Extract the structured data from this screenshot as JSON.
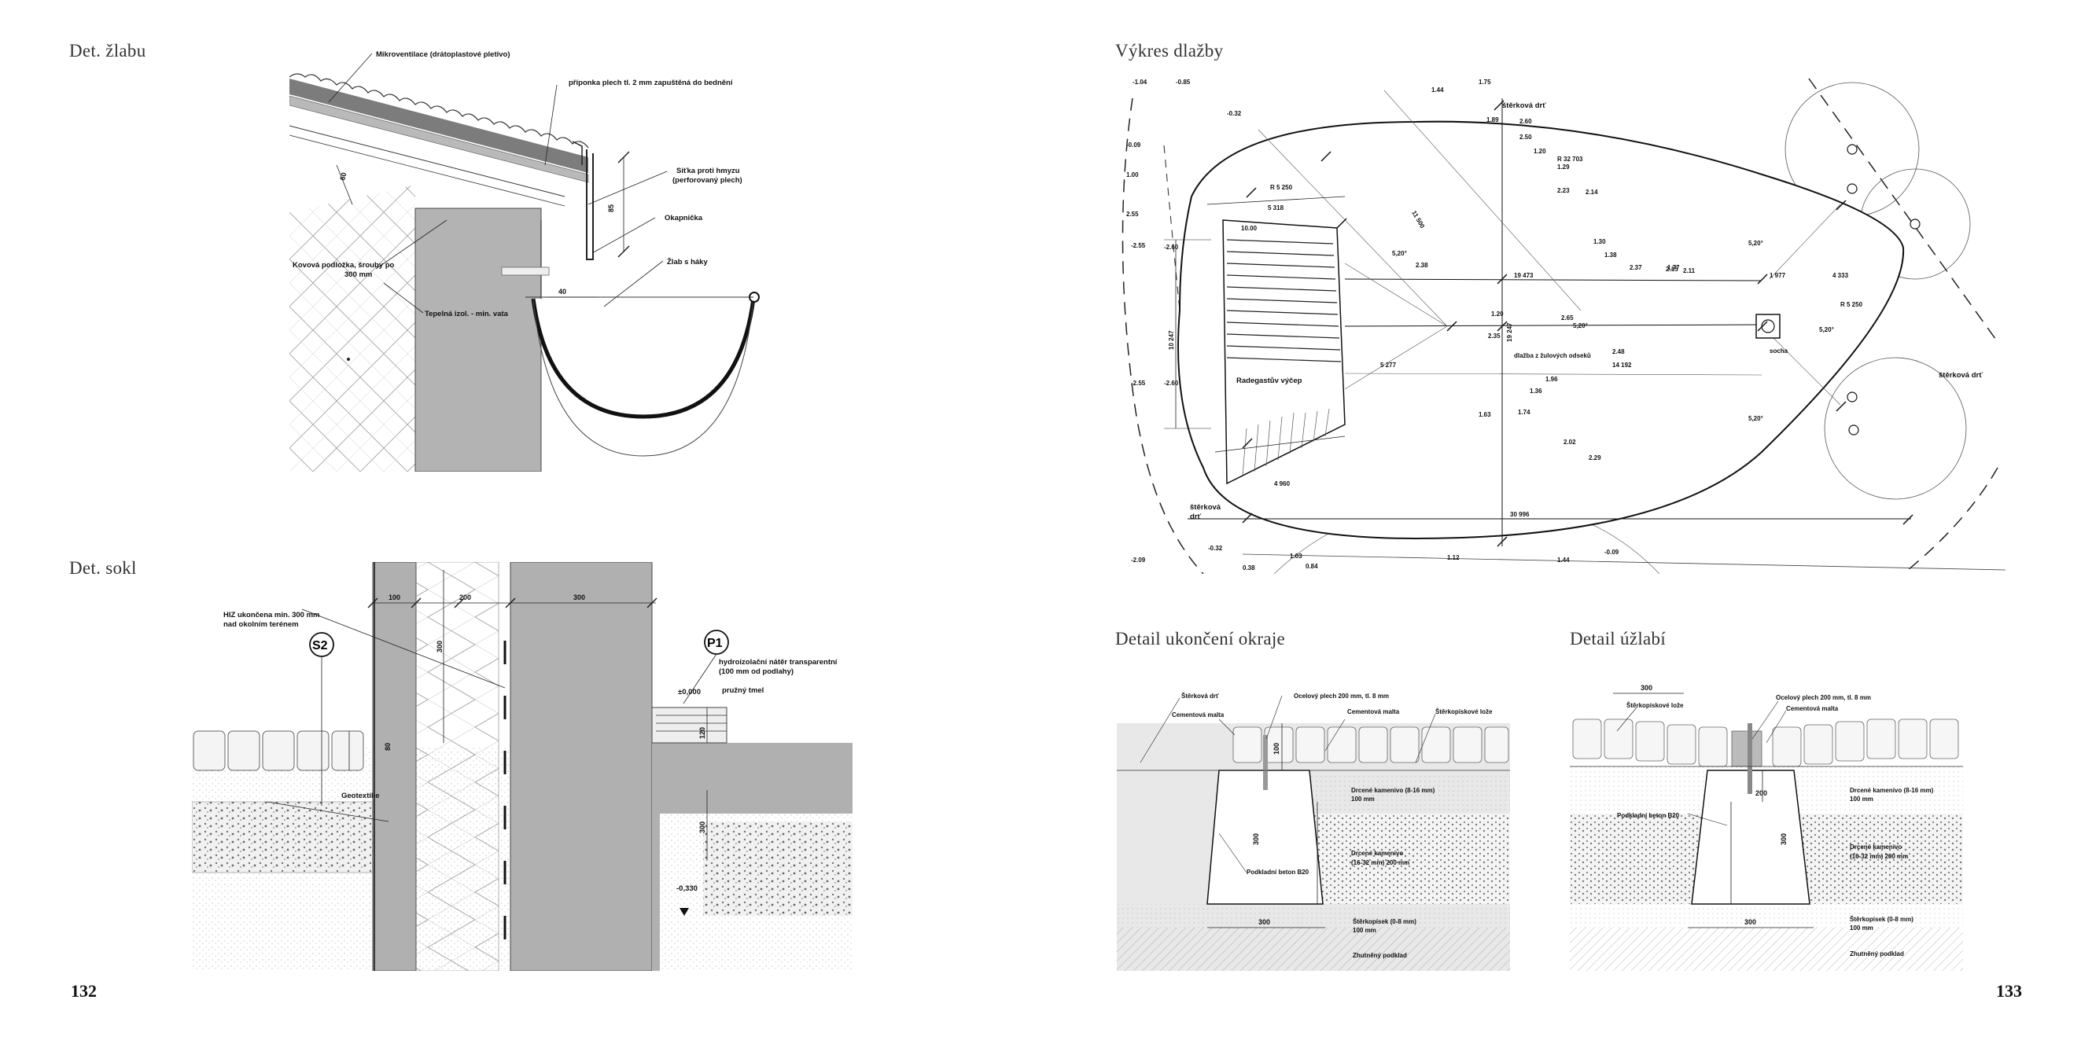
{
  "left_page": {
    "number": "132",
    "det_zlabu": {
      "title": "Det. žlabu",
      "labels": {
        "mikroventilace": "Mikroventilace (drátoplastové pletivo)",
        "priponka": "příponka plech tl. 2 mm zapuštěná do bednění",
        "sitka_1": "Síťka proti hmyzu",
        "sitka_2": "(perforovaný plech)",
        "okapnicka": "Okapnička",
        "kovova_1": "Kovová podložka, šrouby po",
        "kovova_2": "300 mm",
        "zlab": "Žlab s háky",
        "tepelna": "Tepelná izol. - min. vata",
        "dim_40": "40",
        "dim_85": "85",
        "dim_60": "60"
      }
    },
    "det_sokl": {
      "title": "Det. sokl",
      "labels": {
        "hiz_1": "HIZ ukončena min. 300 mm",
        "hiz_2": "nad okolním terénem",
        "s2": "S2",
        "p1": "P1",
        "hydro_1": "hydroizolační nátěr transparentní",
        "hydro_2": "(100 mm od podlahy)",
        "zero": "±0,000",
        "pruzny": "pružný tmel",
        "geotextilie": "Geotextilie",
        "level": "-0,330",
        "dim_100": "100",
        "dim_200": "200",
        "dim_300a": "300",
        "dim_300b": "300",
        "dim_120": "120",
        "dim_80": "80",
        "dim_300c": "300"
      }
    }
  },
  "right_page": {
    "number": "133",
    "vykres_dlazby": {
      "title": "Výkres dlažby",
      "labels": {
        "sterk_1": "štěrková drť",
        "sterk_2": "štěrková drť",
        "sterk_3a": "štěrková",
        "sterk_3b": "drť",
        "radegast": "Radegastův výčep",
        "dlazba": "dlažba z žulových odseků",
        "socha": "socha",
        "r32": "R 32 703",
        "r5a": "R 5 250",
        "r5b": "R 5 250",
        "d19": "19 473",
        "d14": "14 192",
        "d30": "30 996",
        "d5277": "5 277",
        "d4960": "4 960",
        "d4333": "4 333",
        "d1977": "1 977",
        "d5318": "5 318",
        "d10": "10.00",
        "d11": "11 500",
        "d10247": "10 247",
        "d19247": "19 247",
        "slope1": "5,20°",
        "slope2": "5,20°",
        "slope3": "5,20°",
        "slope4": "5,20°",
        "slope5": "5,20°",
        "elev": [
          "-1.04",
          "-0.85",
          "-0.32",
          "1.44",
          "1.75",
          "1.89",
          "2.60",
          "2.50",
          "-0.09",
          "1.00",
          "1.20",
          "2.55",
          "2.23",
          "2.14",
          "-2.55",
          "-2.60",
          "1.29",
          "1.30",
          "1.38",
          "2.37",
          "1.77",
          "2.11",
          "2.15",
          "2.38",
          "1.20",
          "2.35",
          "2.65",
          "2.48",
          "-2.55",
          "-2.60",
          "1.96",
          "1.36",
          "1.74",
          "1.63",
          "2.02",
          "2.29",
          "-2.09",
          "-0.32",
          "1.03",
          "0.38",
          "0.84",
          "1.12",
          "1.44",
          "-0.09"
        ]
      }
    },
    "detail_ukonceni": {
      "title": "Detail ukončení okraje",
      "labels": {
        "sterk": "Štěrková drť",
        "cem1": "Cementová malta",
        "ocel": "Ocelový plech 200 mm, tl. 8 mm",
        "cem2": "Cementová malta",
        "loze": "Štěrkopískové lože",
        "drc1_1": "Drcené kamenivo (8-16 mm)",
        "drc1_2": "100 mm",
        "drc2_1": "Drcené kamenivo",
        "drc2_2": "(16-32 mm) 200 mm",
        "beton": "Podkladní beton B20",
        "pisek_1": "Štěrkopísek (0-8 mm)",
        "pisek_2": "100 mm",
        "zhut": "Zhutněný podklad",
        "d300a": "300",
        "d300b": "300",
        "d100": "100"
      }
    },
    "detail_uzlabi": {
      "title": "Detail úžlabí",
      "labels": {
        "loze": "Štěrkopískové lože",
        "ocel": "Ocelový plech 200 mm, tl. 8 mm",
        "cem": "Cementová malta",
        "beton": "Podkladní beton B20",
        "drc1_1": "Drcené kamenivo (8-16 mm)",
        "drc1_2": "100 mm",
        "drc2_1": "Drcené kamenivo",
        "drc2_2": "(16-32 mm) 200 mm",
        "pisek_1": "Štěrkopísek (0-8 mm)",
        "pisek_2": "100 mm",
        "zhut": "Zhutněný podklad",
        "d300a": "300",
        "d300b": "300",
        "d300c": "300",
        "d200": "200"
      }
    }
  }
}
